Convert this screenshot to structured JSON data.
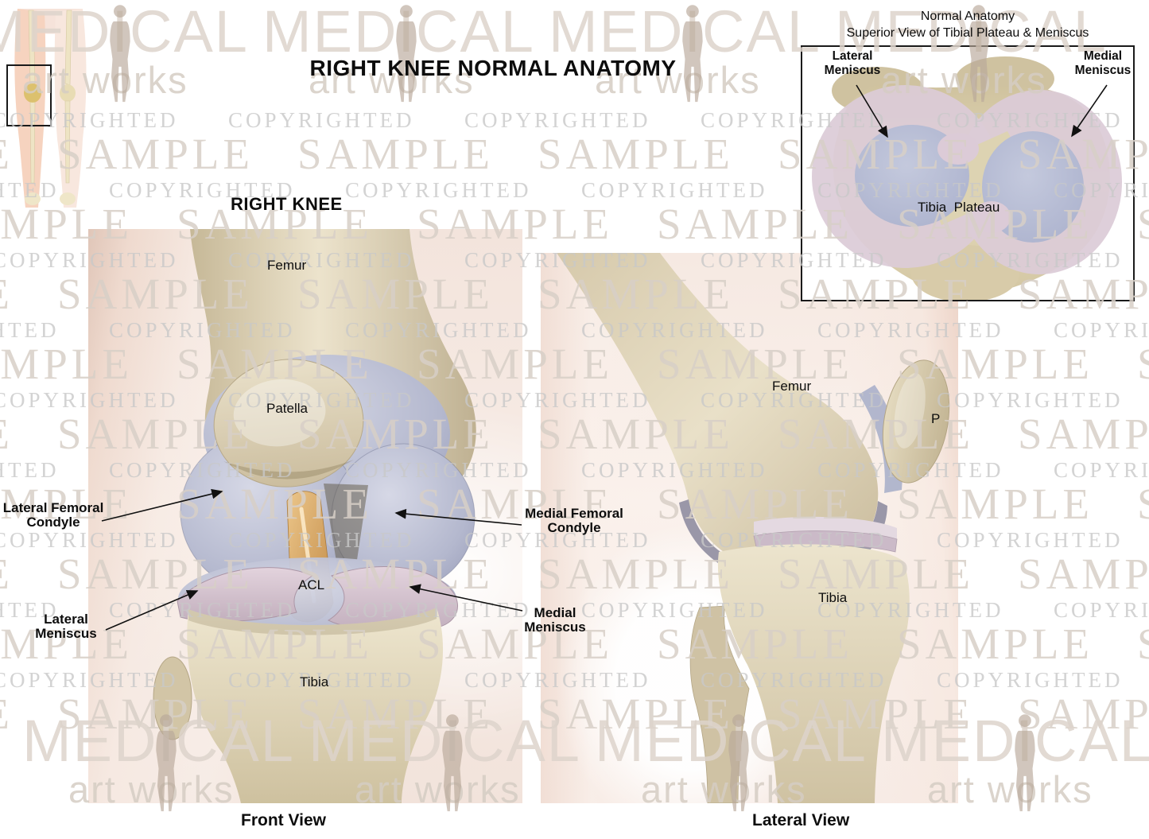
{
  "page": {
    "title": "RIGHT KNEE NORMAL ANATOMY"
  },
  "watermark": {
    "brand_name": "MEDICAL",
    "brand_sub": "art works",
    "word1": "COPYRIGHTED",
    "word2": "SAMPLE"
  },
  "front_view": {
    "heading": "RIGHT KNEE",
    "caption": "Front View",
    "labels": {
      "femur": "Femur",
      "patella": "Patella",
      "lateral_femoral_condyle": "Lateral Femoral\nCondyle",
      "medial_femoral_condyle": "Medial Femoral\nCondyle",
      "acl": "ACL",
      "lateral_meniscus": "Lateral\nMeniscus",
      "medial_meniscus": "Medial\nMeniscus",
      "tibia": "Tibia"
    }
  },
  "lateral_view": {
    "caption": "Lateral View",
    "labels": {
      "femur": "Femur",
      "patella_partial": "P",
      "tibia": "Tibia"
    }
  },
  "inset": {
    "title": "Normal Anatomy\nSuperior View of Tibial Plateau & Meniscus",
    "labels": {
      "lateral_meniscus": "Lateral\nMeniscus",
      "medial_meniscus": "Medial\nMeniscus",
      "tibia_plateau": "Tibia  Plateau"
    }
  },
  "colors": {
    "bone": "#ddd2b6",
    "cartilage": "#b6bace",
    "meniscus": "#d6c3cf",
    "acl": "#d8a668",
    "label_text": "#0d0d0d",
    "watermark_gray": "#cccccc",
    "watermark_warm": "#d7d0c9"
  }
}
